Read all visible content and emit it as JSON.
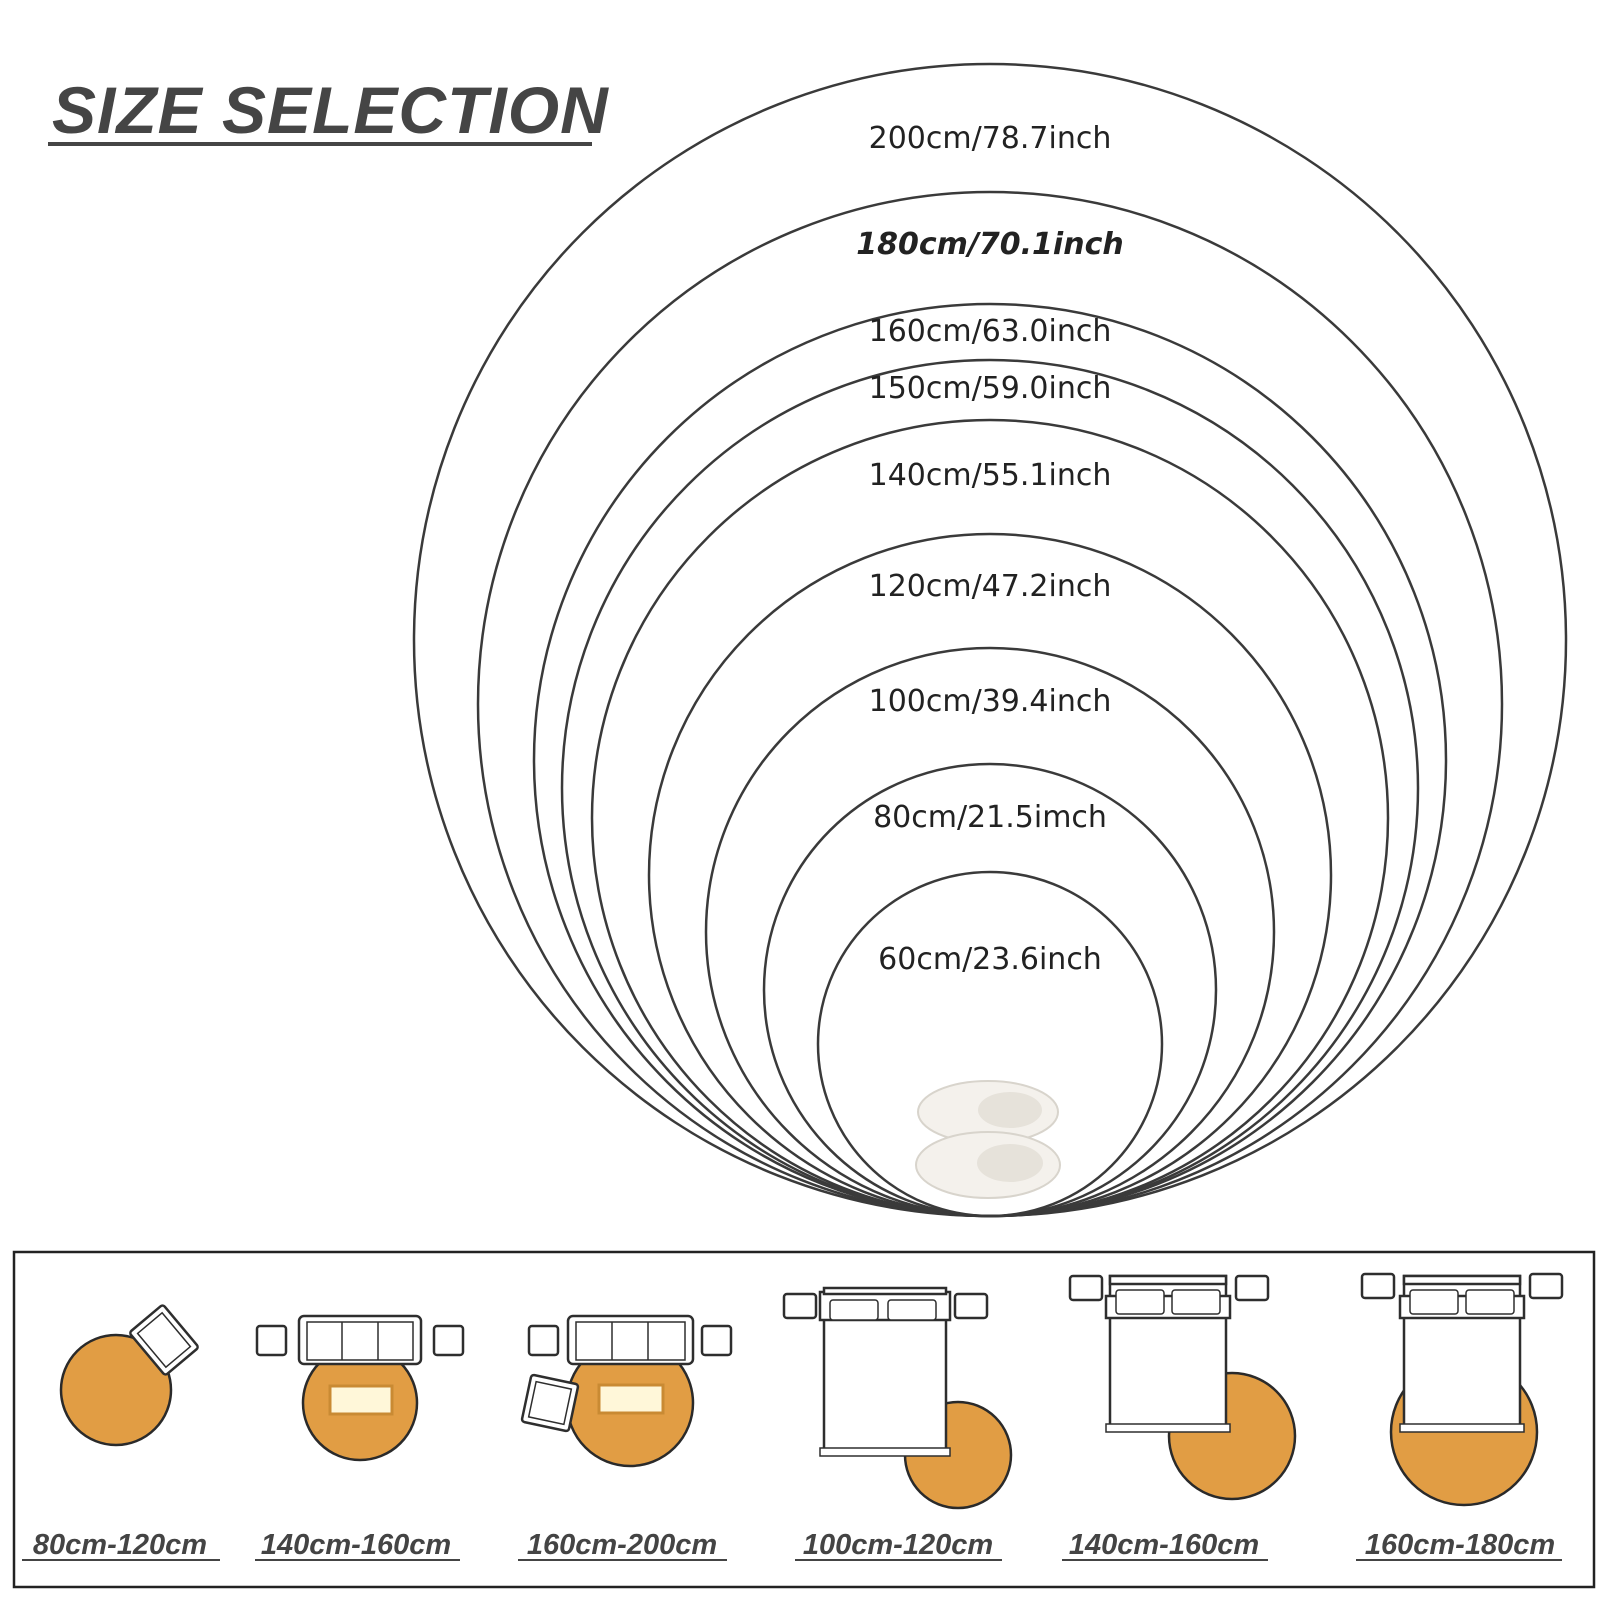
{
  "title": "SIZE SELECTION",
  "rings": [
    {
      "label": "200cm/78.7inch"
    },
    {
      "label": "180cm/70.1inch"
    },
    {
      "label": "160cm/63.0inch"
    },
    {
      "label": "150cm/59.0inch"
    },
    {
      "label": "140cm/55.1inch"
    },
    {
      "label": "120cm/47.2inch"
    },
    {
      "label": "100cm/39.4inch"
    },
    {
      "label": "80cm/21.5imch"
    },
    {
      "label": "60cm/23.6inch"
    }
  ],
  "panels": [
    {
      "label": "80cm-120cm",
      "scene": "chair"
    },
    {
      "label": "140cm-160cm",
      "scene": "sofa-table"
    },
    {
      "label": "160cm-200cm",
      "scene": "sofa-table-chair"
    },
    {
      "label": "100cm-120cm",
      "scene": "bed-small"
    },
    {
      "label": "140cm-160cm",
      "scene": "bed-medium"
    },
    {
      "label": "160cm-180cm",
      "scene": "bed-large"
    }
  ],
  "colors": {
    "rug": "#e19d44",
    "lines": "#3a3a3a",
    "title": "#454545"
  }
}
